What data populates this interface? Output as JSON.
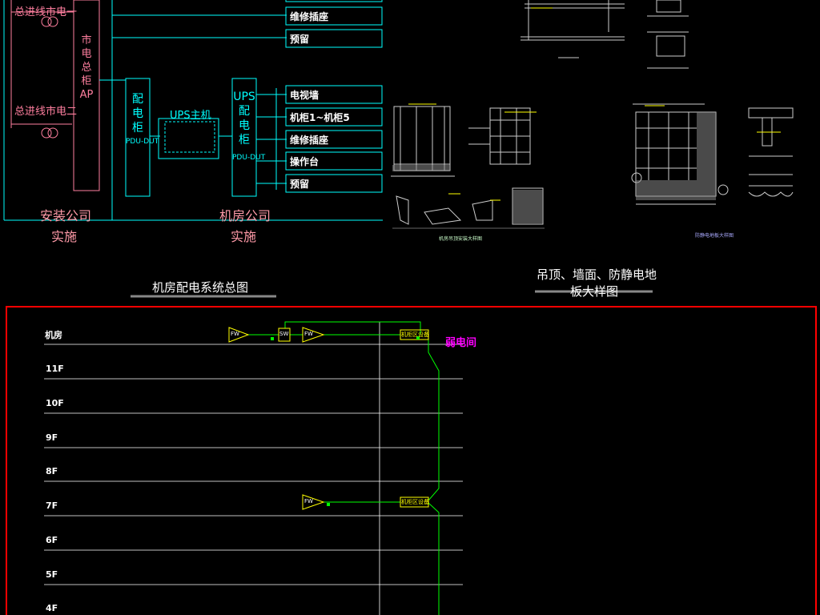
{
  "top_left": {
    "feeders": [
      "总进线市电一",
      "总进线市电二"
    ],
    "ap_cabinet": "市电总柜AP",
    "install_label": [
      "安装公司",
      "实施"
    ]
  },
  "middle": {
    "pdu_cabinet_left": [
      "配",
      "电",
      "柜"
    ],
    "pdu_left_label": "PDU-DUT",
    "ups_host": "UPS主机",
    "ups_pdu": [
      "UPS",
      "配",
      "电",
      "柜"
    ],
    "pdu_right_label": "PDU-DUT",
    "room_label": [
      "机房公司",
      "实施"
    ]
  },
  "boxes_top": [
    "维修插座",
    "预留"
  ],
  "boxes_ups": [
    "电视墙",
    "机柜1~机柜5",
    "维修插座",
    "操作台",
    "预留"
  ],
  "system_title": "机房配电系统总图",
  "detail_title": [
    "吊顶、墙面、防静电地",
    "板大样图"
  ],
  "detail_small_captions": [
    "机房吊顶安装大样图",
    "防静电地板大样图"
  ],
  "riser": {
    "floors": [
      "机房",
      "11F",
      "10F",
      "9F",
      "8F",
      "7F",
      "6F",
      "5F",
      "4F"
    ],
    "weak_room": "弱电间",
    "tag_fw": "FW",
    "tag_sw": "SW",
    "tag_rack": "机柜区设备"
  },
  "colors": {
    "cyan": "#00ffff",
    "pink": "#ff7f9f",
    "green": "#00ff00",
    "yellow": "#ffff00",
    "magenta": "#ff00ff",
    "red_frame": "#ff0000"
  }
}
